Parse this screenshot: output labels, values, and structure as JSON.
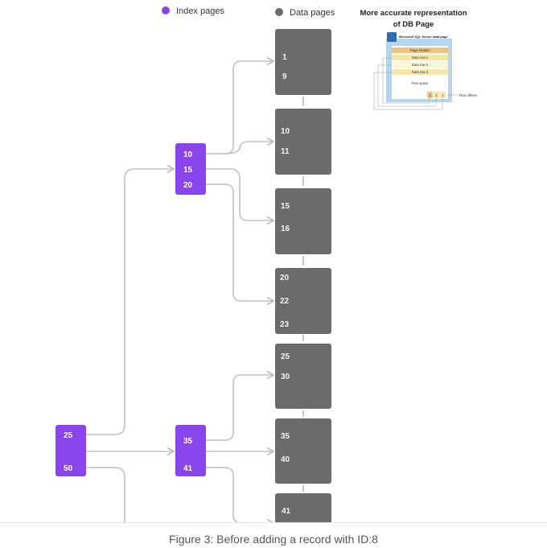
{
  "legend": {
    "index_label": "Index pages",
    "data_label": "Data pages",
    "index_color": "#8a45ea",
    "data_color": "#6b6b6b"
  },
  "inset": {
    "title_line1": "More accurate representation",
    "title_line2": "of DB Page",
    "header": "Microsoft SQL Server data page",
    "page_header": "Page header",
    "rows": [
      "Data row 1",
      "Data row 2",
      "Data row 3"
    ],
    "free_space": "Free space",
    "offsets": [
      "3",
      "2",
      "1"
    ],
    "offsets_label": "Row offsets"
  },
  "root_page": {
    "keys": [
      "25",
      "50"
    ]
  },
  "index_pages": [
    {
      "keys": [
        "10",
        "15",
        "20"
      ]
    },
    {
      "keys": [
        "35",
        "41"
      ]
    }
  ],
  "data_pages": [
    {
      "keys": [
        "1",
        "9"
      ]
    },
    {
      "keys": [
        "10",
        "11"
      ]
    },
    {
      "keys": [
        "15",
        "16"
      ]
    },
    {
      "keys": [
        "20",
        "22",
        "23"
      ]
    },
    {
      "keys": [
        "25",
        "30"
      ]
    },
    {
      "keys": [
        "35",
        "40"
      ]
    },
    {
      "keys": [
        "41"
      ]
    }
  ],
  "caption": "Figure 3: Before adding a record with ID:8"
}
